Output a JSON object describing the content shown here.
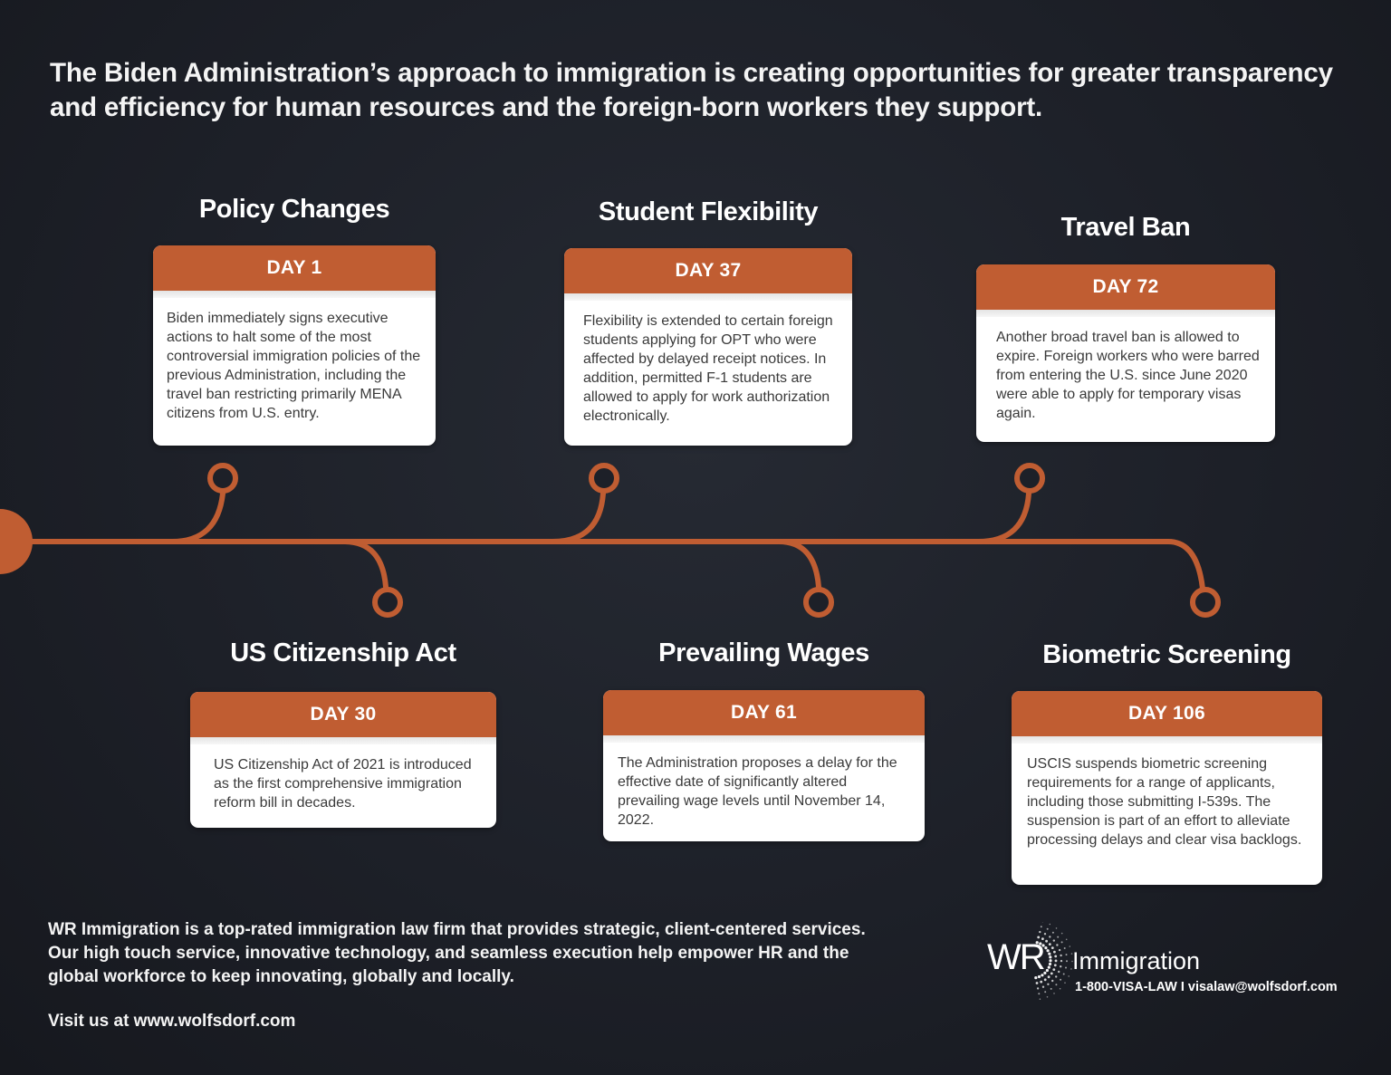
{
  "headline": "The Biden Administration’s approach to immigration is creating opportunities for greater transparency and efficiency for human resources and the foreign-born workers they support.",
  "colors": {
    "accent": "#c05d32",
    "background": "#1d2028",
    "card": "#ffffff"
  },
  "milestones": [
    {
      "title": "Policy Changes",
      "day": "DAY 1",
      "text": "Biden immediately signs executive actions to halt some of the most controversial immigration policies of the previous Administration, including the travel ban restricting primarily MENA citizens from U.S. entry."
    },
    {
      "title": "US Citizenship Act",
      "day": "DAY 30",
      "text": "US Citizenship Act of 2021 is introduced as the first comprehensive immigration reform bill in decades."
    },
    {
      "title": "Student Flexibility",
      "day": "DAY 37",
      "text": "Flexibility is extended to certain foreign students applying for OPT who were affected by delayed receipt notices. In addition, permitted F-1 students are allowed to apply for work authorization electronically."
    },
    {
      "title": "Prevailing Wages",
      "day": "DAY 61",
      "text": "The Administration proposes a delay for the effective date of significantly altered prevailing wage levels until November 14, 2022."
    },
    {
      "title": "Travel Ban",
      "day": "DAY 72",
      "text": "Another broad travel ban is allowed to expire. Foreign workers who were barred from entering the U.S. since June 2020 were able to apply for temporary visas again."
    },
    {
      "title": "Biometric Screening",
      "day": "DAY 106",
      "text": "USCIS suspends biometric screening requirements for a range of applicants, including those submitting I-539s. The suspension is part of an effort to alleviate processing delays and clear visa backlogs."
    }
  ],
  "footer": {
    "about": "WR Immigration is a top-rated immigration law firm that provides strategic, client-centered services. Our high touch service, innovative technology, and seamless execution help empower HR and the global workforce to keep innovating, globally and locally.",
    "visit": "Visit us at www.wolfsdorf.com",
    "logo_mark": "WR",
    "logo_name": "Immigration",
    "contact": "1-800-VISA-LAW  I  visalaw@wolfsdorf.com"
  }
}
